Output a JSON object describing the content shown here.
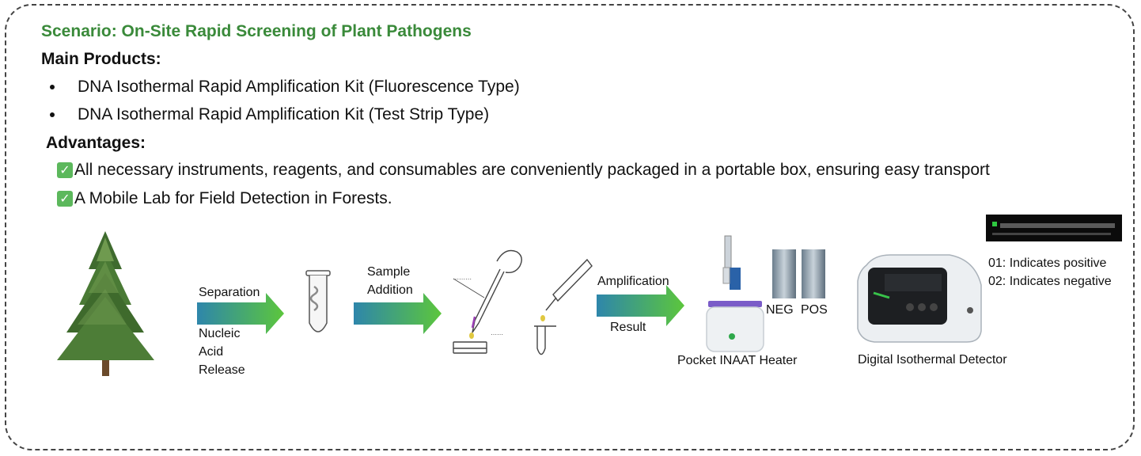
{
  "scenario": "Scenario: On-Site Rapid Screening of Plant Pathogens",
  "main_products": {
    "heading": "Main Products:",
    "items": [
      "DNA Isothermal Rapid Amplification Kit (Fluorescence Type)",
      "DNA Isothermal Rapid Amplification Kit (Test Strip Type)"
    ]
  },
  "advantages": {
    "heading": "Advantages:",
    "items": [
      "All necessary instruments, reagents, and consumables are conveniently packaged in a portable box, ensuring easy transport",
      "A Mobile Lab for Field Detection in Forests."
    ]
  },
  "workflow": {
    "separation": "Separation",
    "nucleic": [
      "Nucleic",
      "Acid",
      "Release"
    ],
    "sample": [
      "Sample",
      "Addition"
    ],
    "amplification": "Amplification",
    "result": "Result",
    "neg": "NEG",
    "pos": "POS",
    "heater": "Pocket INAAT Heater",
    "detector": "Digital Isothermal Detector",
    "legend": [
      "01: Indicates positive",
      "02: Indicates negative"
    ]
  },
  "colors": {
    "scenario_green": "#3a8a3a",
    "arrow_start": "#2e86ab",
    "arrow_end": "#5cc63c",
    "check_green": "#5cb85c"
  }
}
